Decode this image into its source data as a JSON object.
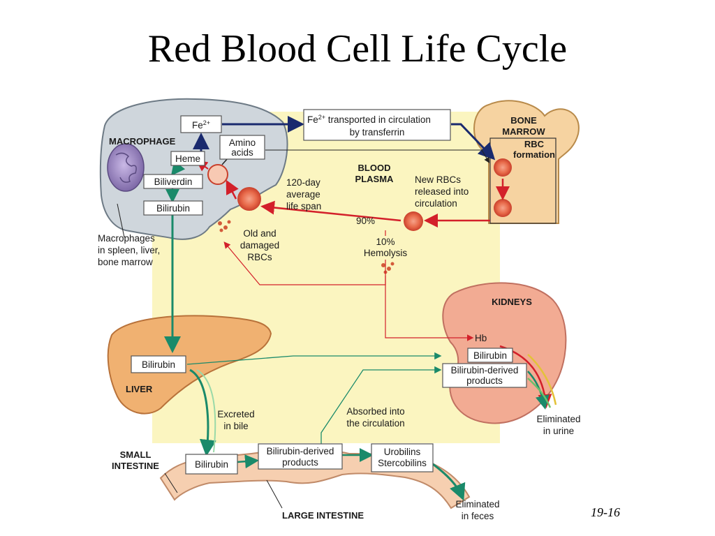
{
  "title": "Red Blood Cell Life Cycle",
  "slide_number": "19-16",
  "macrophage": {
    "label": "MACROPHAGE",
    "fe": "Fe",
    "fe_sup": "2+",
    "amino_line1": "Amino",
    "amino_line2": "acids",
    "heme": "Heme",
    "biliverdin": "Biliverdin",
    "bilirubin": "Bilirubin",
    "caption_line1": "Macrophages",
    "caption_line2": "in spleen, liver,",
    "caption_line3": "bone marrow"
  },
  "transport": {
    "fe": "Fe",
    "fe_sup": "2+",
    "line1_rest": " transported in circulation",
    "line2": "by transferrin"
  },
  "bone_marrow": {
    "line1": "BONE",
    "line2": "MARROW",
    "rbc_line1": "RBC",
    "rbc_line2": "formation"
  },
  "plasma": {
    "line1": "BLOOD",
    "line2": "PLASMA",
    "lifespan_line1": "120-day",
    "lifespan_line2": "average",
    "lifespan_line3": "life span",
    "new_line1": "New RBCs",
    "new_line2": "released into",
    "new_line3": "circulation",
    "pct90": "90%",
    "pct10": "10%",
    "hemolysis": "Hemolysis",
    "old_line1": "Old and",
    "old_line2": "damaged",
    "old_line3": "RBCs"
  },
  "kidneys": {
    "label": "KIDNEYS",
    "hb": "Hb",
    "bilirubin": "Bilirubin",
    "derived_line1": "Bilirubin-derived",
    "derived_line2": "products",
    "elim_line1": "Eliminated",
    "elim_line2": "in urine"
  },
  "liver": {
    "label": "LIVER",
    "bilirubin": "Bilirubin",
    "excreted_line1": "Excreted",
    "excreted_line2": "in bile"
  },
  "intestine": {
    "small_line1": "SMALL",
    "small_line2": "INTESTINE",
    "bilirubin": "Bilirubin",
    "derived_line1": "Bilirubin-derived",
    "derived_line2": "products",
    "uro_line1": "Urobilins",
    "uro_line2": "Stercobilins",
    "absorbed_line1": "Absorbed into",
    "absorbed_line2": "the circulation",
    "elim_line1": "Eliminated",
    "elim_line2": "in feces",
    "large": "LARGE INTESTINE"
  }
}
